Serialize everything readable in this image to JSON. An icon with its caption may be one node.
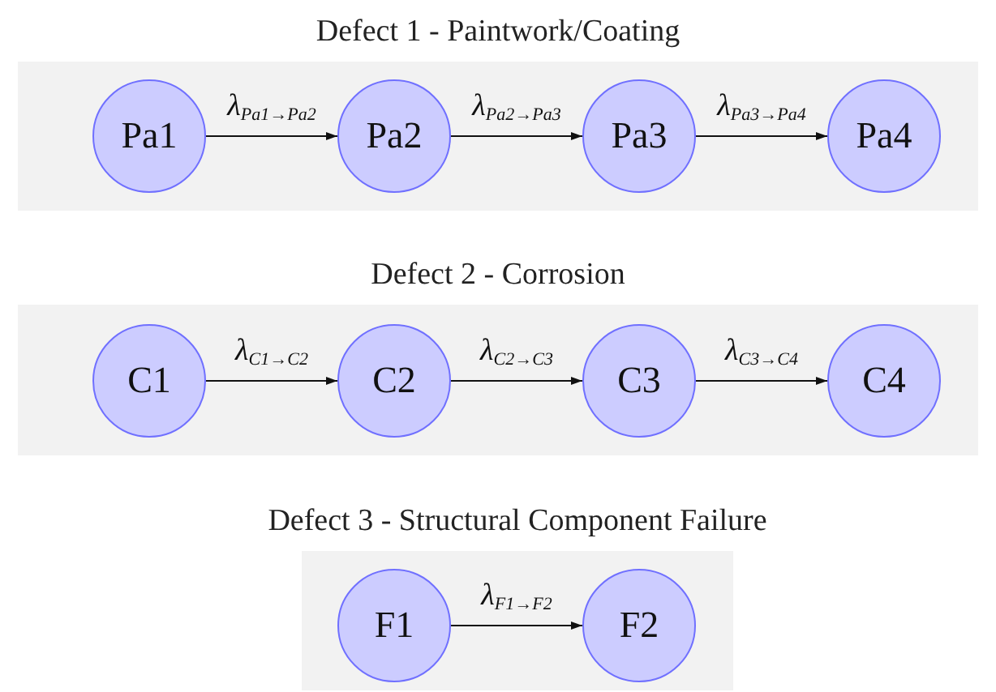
{
  "diagram": {
    "nodes": [
      {
        "text": [
          "Defect 1 - Paintwork/Coating"
        ]
      },
      {
        "text": [
          "Pa1"
        ],
        "in": 0
      },
      {
        "text": [
          "Pa2"
        ],
        "in": 0
      },
      {
        "text": [
          "Pa3"
        ],
        "in": 0
      },
      {
        "text": [
          "Pa4"
        ],
        "in": 0
      },
      {
        "text": [
          "Defect 2 - Corrosion"
        ]
      },
      {
        "text": [
          "C1"
        ],
        "in": 5
      },
      {
        "text": [
          "C2"
        ],
        "in": 5
      },
      {
        "text": [
          "C3"
        ],
        "in": 5
      },
      {
        "text": [
          "C4"
        ],
        "in": 5
      },
      {
        "text": [
          "Defect 3 - Structural Component Failure"
        ]
      },
      {
        "text": [
          "F1"
        ],
        "in": 10
      },
      {
        "text": [
          "F2"
        ],
        "in": 10
      }
    ],
    "edges": [
      {
        "from": 1,
        "to": 2,
        "arrow": "to",
        "label": "λ$_{Pa1→Pa2}$"
      },
      {
        "from": 2,
        "to": 3,
        "arrow": "to",
        "label": "λ$_{Pa2→Pa3}$"
      },
      {
        "from": 3,
        "to": 4,
        "arrow": "to",
        "label": "λ$_{Pa3→Pa4}$"
      },
      {
        "from": 6,
        "to": 7,
        "arrow": "to",
        "label": "λ$_{C1→C2}$"
      },
      {
        "from": 7,
        "to": 8,
        "arrow": "to",
        "label": "λ$_{C2→C3}$"
      },
      {
        "from": 8,
        "to": 9,
        "arrow": "to",
        "label": "λ$_{C3→C4}$"
      },
      {
        "from": 11,
        "to": 12,
        "arrow": "to",
        "label": "λ$_{F1→F2}$"
      }
    ]
  }
}
